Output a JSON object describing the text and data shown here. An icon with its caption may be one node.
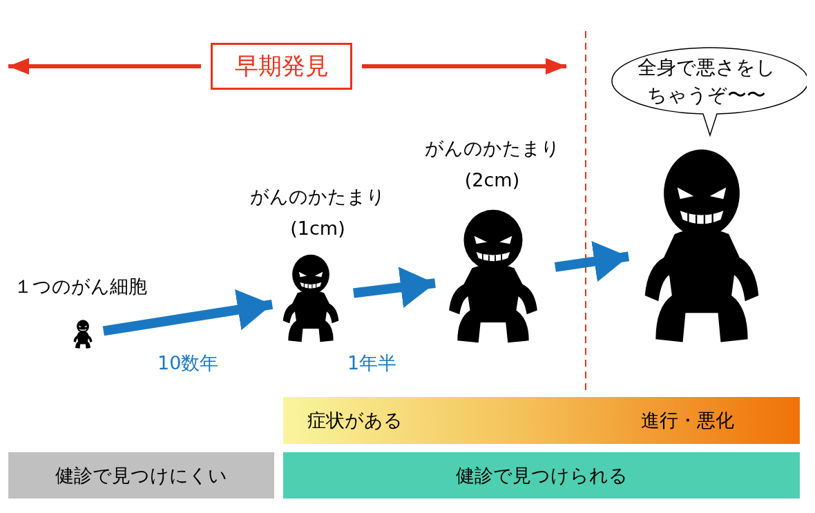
{
  "diagram": {
    "nodes": [
      {
        "text": [
          "早期発見"
        ]
      },
      {
        "text": [],
        "shape": "picture",
        "beside": [
          "１つのがん細胞"
        ]
      },
      {
        "text": [],
        "shape": "picture",
        "beside": [
          "がんのかたまり (1cm)"
        ]
      },
      {
        "text": [],
        "shape": "picture",
        "beside": [
          "がんのかたまり (2cm)"
        ]
      },
      {
        "text": [],
        "shape": "picture"
      },
      {
        "text": [
          "全身で悪さをしちゃうぞ〜〜"
        ]
      },
      {
        "text": [
          "症状がある",
          "進行・悪化"
        ]
      },
      {
        "text": [
          "健診で見つけにくい"
        ]
      },
      {
        "text": [
          "健診で見つけられる"
        ]
      }
    ],
    "edges": [
      {
        "from": 0,
        "to": null,
        "arrow": "to",
        "color": "#e8321e"
      },
      {
        "from": 0,
        "to": null,
        "arrow": "to",
        "color": "#e8321e"
      },
      {
        "from": 1,
        "to": 2,
        "arrow": "to",
        "label": "10数年"
      },
      {
        "from": 2,
        "to": 3,
        "arrow": "to",
        "label": "1年半"
      },
      {
        "from": 3,
        "to": 4,
        "arrow": "to"
      }
    ]
  }
}
